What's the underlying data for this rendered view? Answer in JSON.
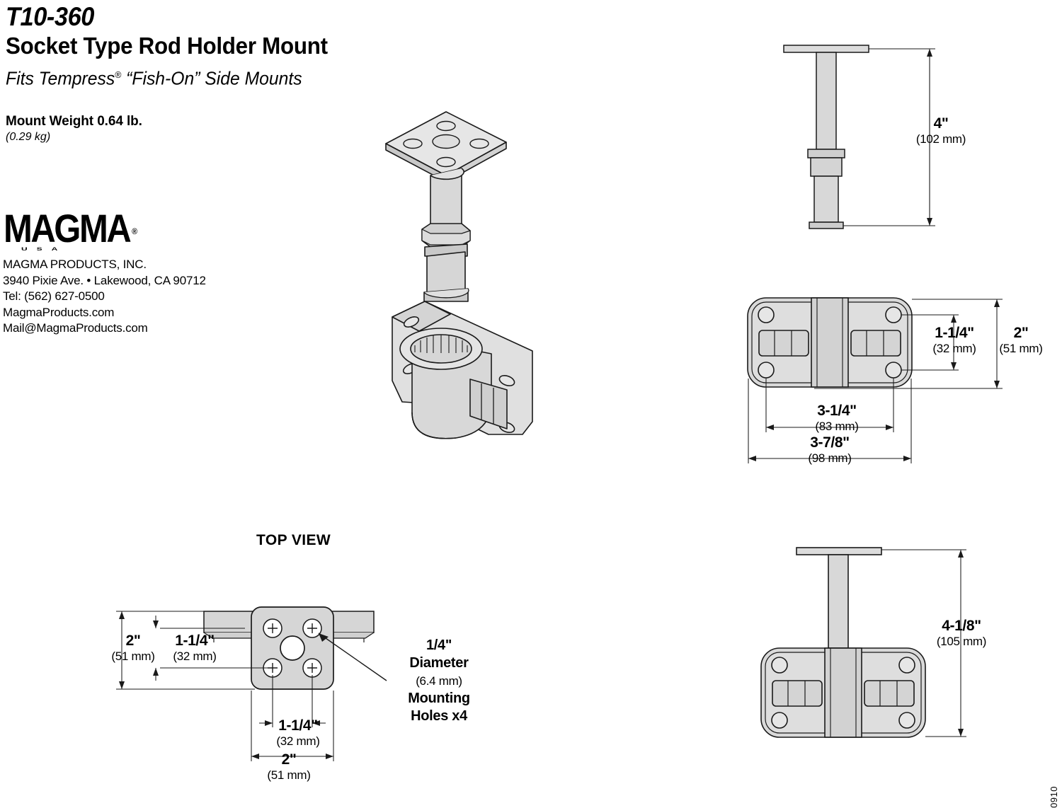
{
  "header": {
    "model_number": "T10-360",
    "product_title": "Socket Type Rod Holder Mount",
    "subtitle_pre": "Fits Tempress",
    "subtitle_reg": "®",
    "subtitle_post": " “Fish-On” Side Mounts",
    "weight_label": "Mount Weight 0.64 lb.",
    "weight_metric": "(0.29 kg)"
  },
  "brand": {
    "logo_word": "MAGMA",
    "logo_reg": "®",
    "logo_sub": "USA",
    "company": "MAGMA PRODUCTS, INC.",
    "address": "3940 Pixie Ave. • Lakewood, CA 90712",
    "phone": "Tel: (562) 627-0500",
    "website": "MagmaProducts.com",
    "email": "Mail@MagmaProducts.com"
  },
  "views": {
    "top_view_label": "TOP VIEW"
  },
  "dimensions": {
    "side_height": {
      "imperial": "4\"",
      "metric": "(102 mm)"
    },
    "front_hole_spacing_v": {
      "imperial": "1-1/4\"",
      "metric": "(32 mm)"
    },
    "front_height": {
      "imperial": "2\"",
      "metric": "(51 mm)"
    },
    "front_hole_spacing_h": {
      "imperial": "3-1/4\"",
      "metric": "(83 mm)"
    },
    "front_width": {
      "imperial": "3-7/8\"",
      "metric": "(98 mm)"
    },
    "assembly_height": {
      "imperial": "4-1/8\"",
      "metric": "(105 mm)"
    },
    "top_plate_height": {
      "imperial": "2\"",
      "metric": "(51 mm)"
    },
    "top_hole_spacing_v": {
      "imperial": "1-1/4\"",
      "metric": "(32 mm)"
    },
    "top_hole_spacing_h": {
      "imperial": "1-1/4\"",
      "metric": "(32 mm)"
    },
    "top_plate_width": {
      "imperial": "2\"",
      "metric": "(51 mm)"
    }
  },
  "callouts": {
    "mounting_holes": {
      "line1": "1/4\"",
      "line2": "Diameter",
      "line3": "(6.4 mm)",
      "line4": "Mounting",
      "line5": "Holes x4"
    }
  },
  "footer": {
    "revision_code": "0910"
  },
  "colors": {
    "line": "#1a1a1a",
    "fill_light": "#e2e2e2",
    "fill_mid": "#d2d2d2",
    "fill_dark": "#c4c4c4",
    "background": "#ffffff"
  }
}
